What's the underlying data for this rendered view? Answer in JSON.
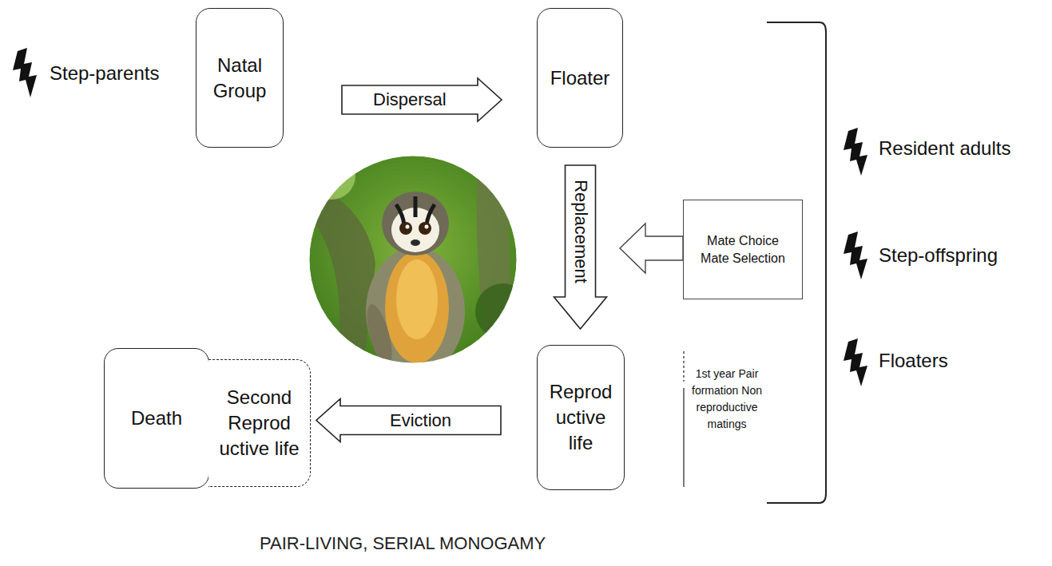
{
  "diagram": {
    "caption": "PAIR-LIVING, SERIAL MONOGAMY",
    "nodes": [
      {
        "text": [
          "Natal Group"
        ]
      },
      {
        "text": [
          "Floater"
        ]
      },
      {
        "text": [
          "Mate Choice Mate Selection"
        ]
      },
      {
        "text": [
          "Reprod uctive life"
        ]
      },
      {
        "text": [
          "Death"
        ]
      },
      {
        "text": [
          "Second Reprod uctive life"
        ]
      }
    ],
    "edges": [
      {
        "from": 0,
        "to": 1,
        "label": "Dispersal",
        "arrow": "to"
      },
      {
        "from": 1,
        "to": 3,
        "label": "Replacement",
        "arrow": "to"
      },
      {
        "from": 3,
        "to": 5,
        "label": "Eviction",
        "arrow": "to"
      }
    ],
    "labels": [
      "Step-parents",
      "Resident adults",
      "Step-offspring",
      "Floaters",
      "1st year Pair formation Non reproductive matings"
    ]
  }
}
